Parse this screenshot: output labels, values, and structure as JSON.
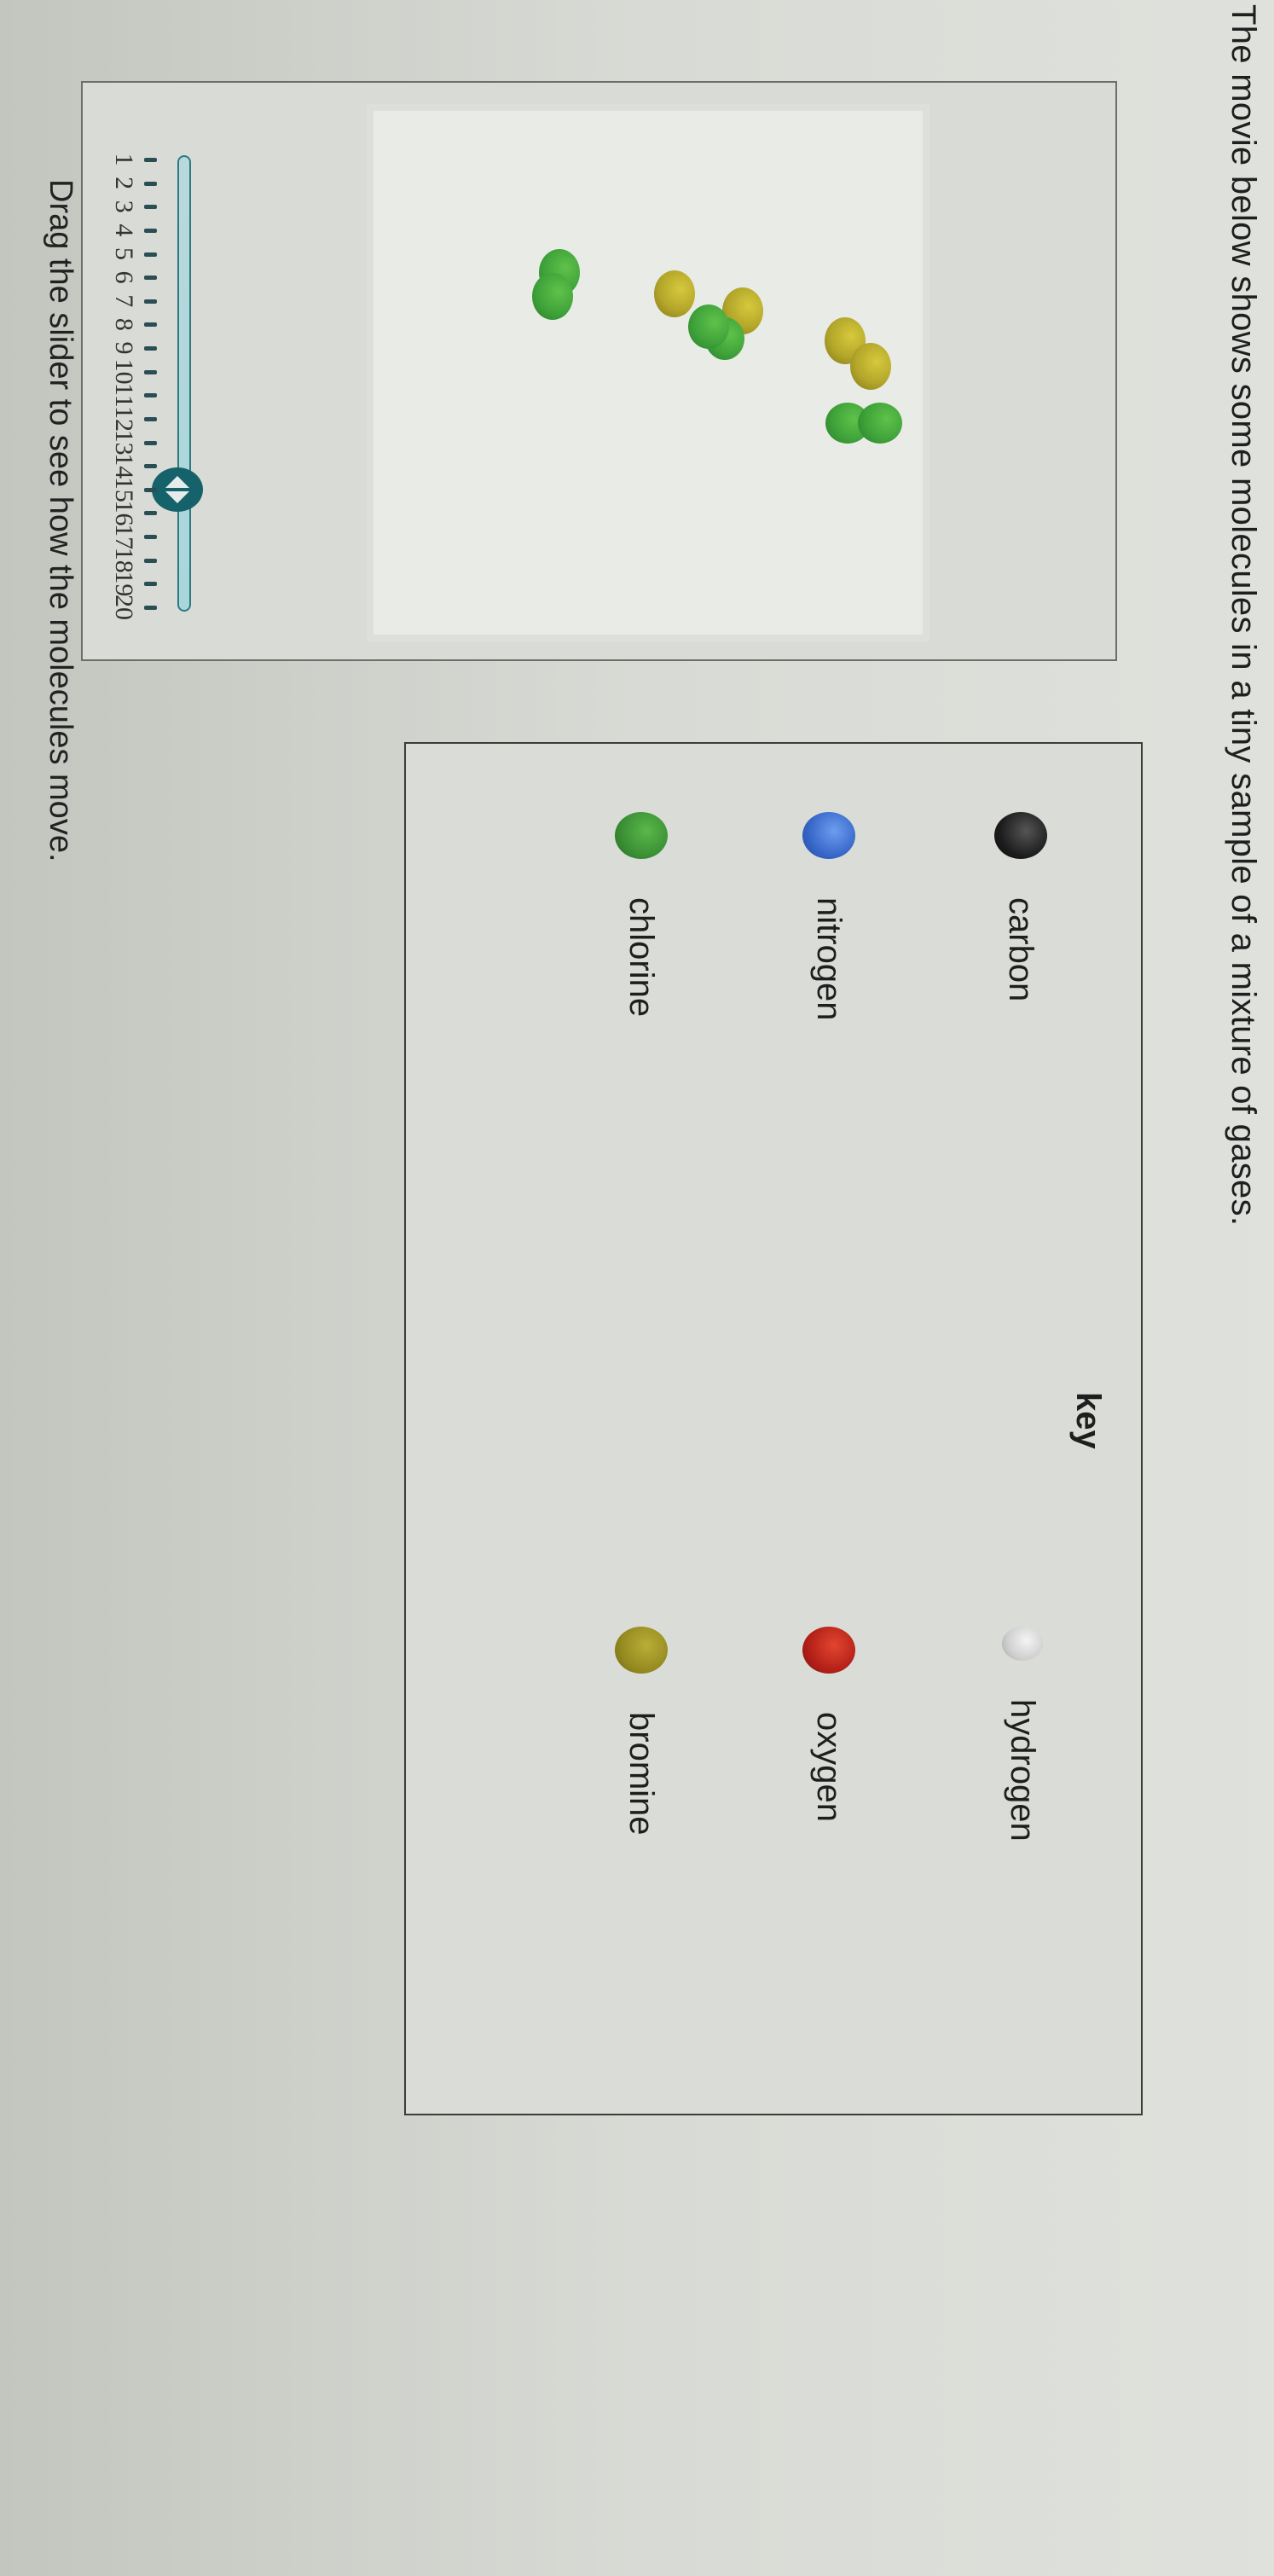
{
  "title": "The movie below shows some molecules in a tiny sample of a mixture of gases.",
  "instruction": "Drag the slider to see how the molecules move.",
  "movie": {
    "molecules": [
      {
        "id": "m1",
        "atoms": [
          "bromine",
          "bromine"
        ]
      },
      {
        "id": "m2",
        "atoms": [
          "bromine",
          "chlorine"
        ]
      },
      {
        "id": "m3",
        "atoms": [
          "chlorine",
          "bromine"
        ]
      },
      {
        "id": "m4",
        "atoms": [
          "chlorine",
          "chlorine"
        ]
      },
      {
        "id": "m5",
        "atoms": [
          "chlorine",
          "chlorine"
        ]
      }
    ],
    "slider": {
      "min": 1,
      "max": 20,
      "value": 15,
      "ticks": [
        "1",
        "2",
        "3",
        "4",
        "5",
        "6",
        "7",
        "8",
        "9",
        "10",
        "11",
        "12",
        "13",
        "14",
        "15",
        "16",
        "17",
        "18",
        "19",
        "20"
      ]
    }
  },
  "key": {
    "title": "key",
    "items": [
      {
        "label": "carbon",
        "color": "#1d1d1d"
      },
      {
        "label": "hydrogen",
        "color": "#cfcfcf"
      },
      {
        "label": "nitrogen",
        "color": "#3766c8"
      },
      {
        "label": "oxygen",
        "color": "#b32018"
      },
      {
        "label": "chlorine",
        "color": "#3a8f34"
      },
      {
        "label": "bromine",
        "color": "#958a1f"
      }
    ]
  },
  "colors": {
    "slider_accent": "#15626a",
    "slider_track": "#a8d6dc"
  }
}
